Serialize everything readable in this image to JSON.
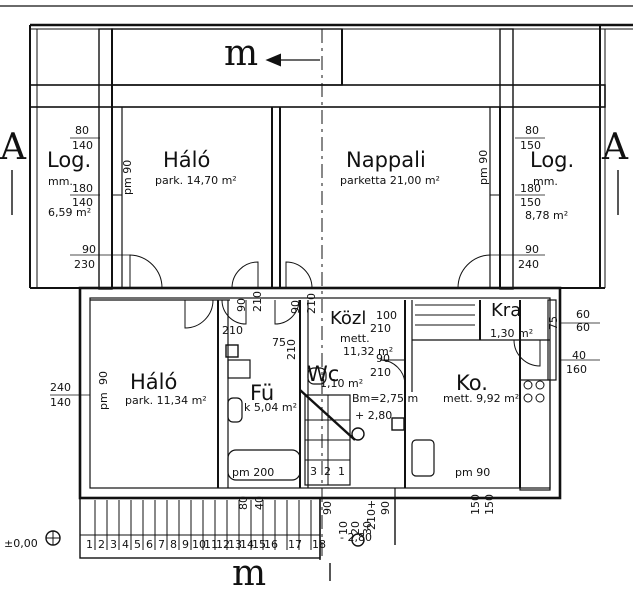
{
  "section_letter": "A",
  "axis_letter": "m",
  "origin_level": "±0,00",
  "rooms": {
    "log_left": {
      "name": "Log.",
      "floor": "mm.",
      "area": "6,59 m²"
    },
    "halo_top": {
      "name": "Háló",
      "floor_area": "park. 14,70 m²"
    },
    "nappali": {
      "name": "Nappali",
      "floor_area": "parketta 21,00 m²"
    },
    "log_right": {
      "name": "Log.",
      "floor": "mm.",
      "area": "8,78 m²"
    },
    "halo_bottom": {
      "name": "Háló",
      "floor_area": "park. 11,34 m²"
    },
    "furdo": {
      "name": "Fü",
      "floor_area": "k 5,04 m²"
    },
    "wc": {
      "name": "Wc",
      "area": "1,10 m²"
    },
    "kozl": {
      "name": "Közl",
      "floor": "mett.",
      "area": "11,32 m²"
    },
    "konyha": {
      "name": "Ko.",
      "floor_area": "mett. 9,92 m²"
    },
    "kamra": {
      "name": "Kra",
      "area": "1,30 m²"
    }
  },
  "labels": {
    "pm": "pm",
    "pm90": "pm 90",
    "pm200": "pm 200",
    "pm90b": "pm 90",
    "bm": "Bm=2,75 m",
    "plus280": "+ 2,80",
    "plus210": "210+",
    "minus280": "- 2,80"
  },
  "dims": {
    "d80a": "80",
    "d140a": "140",
    "d180a": "180",
    "d140b": "140",
    "d90a": "90",
    "d230": "230",
    "d80b": "80",
    "d150a": "150",
    "d180b": "180",
    "d150b": "150",
    "d90b": "90",
    "d240a": "240",
    "d240b": "240",
    "d140c": "140",
    "d90c": "90",
    "d90d": "90",
    "d210a": "210",
    "d210b": "210",
    "d90e": "90",
    "d210c": "210",
    "d100": "100",
    "d210d": "210",
    "d90f": "90",
    "d210e": "210",
    "d75": "75",
    "d210f": "210",
    "d60a": "60",
    "d60b": "60",
    "d40a": "40",
    "d160": "160",
    "d80c": "80",
    "d40b": "40",
    "d90g": "90",
    "d10": "10",
    "d20": "20",
    "d30": "30",
    "d150c": "150",
    "d150d": "150",
    "d90h": "90",
    "d75b": "75"
  },
  "stairs_top": [
    "1",
    "2",
    "3",
    "4",
    "5",
    "6",
    "7",
    "8",
    "9",
    "10",
    "11",
    "12",
    "13",
    "14",
    "15",
    "16",
    "17",
    "18"
  ],
  "stairs_inner": [
    "1",
    "2",
    "3"
  ]
}
